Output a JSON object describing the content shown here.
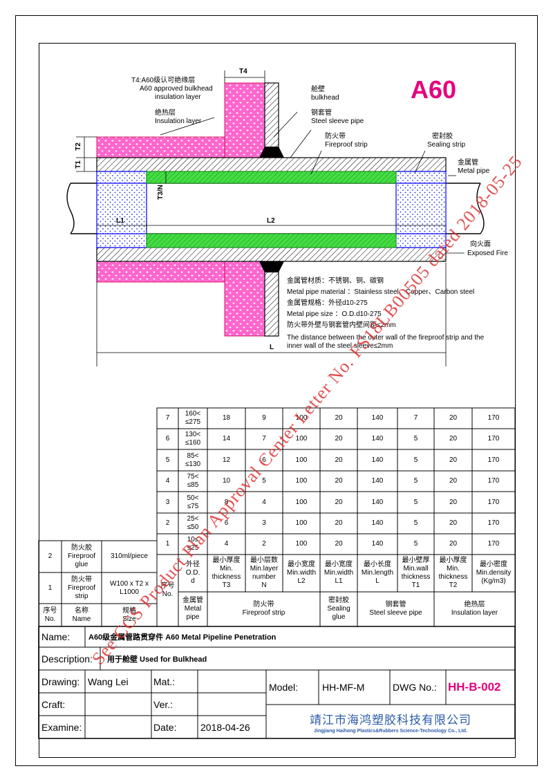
{
  "drawing": {
    "badge": "A60",
    "callouts": {
      "t4_cn": "T4:A60级认可绝缘层",
      "t4_en1": "A60 approved bulkhead",
      "t4_en2": "insulation layer",
      "insul_cn": "绝热层",
      "insul_en": "Insulation layer",
      "bulk_cn": "舱壁",
      "bulk_en": "bulkhead",
      "sleeve_cn": "钢套管",
      "sleeve_en": "Steel sleeve pipe",
      "fire_cn": "防火带",
      "fire_en": "Fireproof strip",
      "seal_cn": "密封胶",
      "seal_en": "Sealing strip",
      "metal_cn": "金属管",
      "metal_en": "Metal pipe",
      "exposed_cn": "向火面",
      "exposed_en": "Exposed Fire"
    },
    "dims": {
      "t4": "T4",
      "t2": "T2",
      "t1": "T1",
      "t3n": "T3/N",
      "l1": "L1",
      "l2": "L2",
      "l": "L"
    },
    "notes": [
      "金属管材质：不锈钢、铜、碳钢",
      "Metal pipe material ：Stainless steel、Copper、Carbon steel",
      "金属管规格：外径d10-275",
      "Metal pipe size ：O.D.d10-275",
      "防火带外壁与钢套管内壁间距≤2mm",
      "The distance between the outer wall of the fireproof strip and the",
      "inner wall of the steel sleeve≤2mm"
    ]
  },
  "spec_table": {
    "rows": [
      {
        "no": "7",
        "od": "160<\n≤275",
        "t3": "18",
        "n": "9",
        "l2": "100",
        "l1": "20",
        "l": "140",
        "t1": "7",
        "t2": "20",
        "density": "170"
      },
      {
        "no": "6",
        "od": "130<\n≤160",
        "t3": "14",
        "n": "7",
        "l2": "100",
        "l1": "20",
        "l": "140",
        "t1": "5",
        "t2": "20",
        "density": "170"
      },
      {
        "no": "5",
        "od": "85<\n≤130",
        "t3": "12",
        "n": "6",
        "l2": "100",
        "l1": "20",
        "l": "140",
        "t1": "5",
        "t2": "20",
        "density": "170"
      },
      {
        "no": "4",
        "od": "75<\n≤85",
        "t3": "10",
        "n": "5",
        "l2": "100",
        "l1": "20",
        "l": "140",
        "t1": "5",
        "t2": "20",
        "density": "170"
      },
      {
        "no": "3",
        "od": "50<\n≤75",
        "t3": "8",
        "n": "4",
        "l2": "100",
        "l1": "20",
        "l": "140",
        "t1": "5",
        "t2": "20",
        "density": "170"
      },
      {
        "no": "2",
        "od": "25<\n≤50",
        "t3": "6",
        "n": "3",
        "l2": "100",
        "l1": "20",
        "l": "140",
        "t1": "5",
        "t2": "20",
        "density": "170"
      },
      {
        "no": "1",
        "od": "10≤\n≤25",
        "t3": "4",
        "n": "2",
        "l2": "100",
        "l1": "20",
        "l": "140",
        "t1": "5",
        "t2": "20",
        "density": "170"
      }
    ],
    "headers": {
      "no": "序号\nNo.",
      "od": "外径\nO.D.\nd",
      "t3": "最小厚度\nMin.\nthickness\nT3",
      "n": "最小层数\nMin.layer\nnumber\nN",
      "l2": "最小宽度\nMin.width\nL2",
      "l1": "最小宽度\nMin.width\nL1",
      "l": "最小长度\nMin.length\nL",
      "t1": "最小壁厚\nMin.wall\nthickness\nT1",
      "t2": "最小厚度\nMin.\nthickness\nT2",
      "density": "最小密度\nMin.density\n(Kg/m3)"
    },
    "groups": {
      "metal_pipe": "金属管\nMetal\npipe",
      "fireproof_strip": "防火带\nFireproof strip",
      "sealing_glue": "密封胶\nSealing\nglue",
      "steel_sleeve": "钢套管\nSteel sleeve pipe",
      "insulation": "绝热层\nInsulation layer"
    }
  },
  "materials_table": {
    "rows": [
      {
        "no": "2",
        "name": "防火胶\nFireproof\nglue",
        "size": "310ml/piece"
      },
      {
        "no": "1",
        "name": "防火带\nFireproof\nstrip",
        "size": "W100 x T2 x\nL1000"
      }
    ],
    "headers": {
      "no": "序号\nNo.",
      "name": "名称\nName",
      "size": "规格\nSize"
    }
  },
  "title_block": {
    "name_label": "Name:",
    "name_value": "A60级金属管路贯穿件  A60 Metal Pipeline Penetration",
    "desc_label": "Description:",
    "desc_value": "用于舱壁  Used for Bulkhead",
    "drawing_label": "Drawing:",
    "drawing_value": "Wang Lei",
    "mat_label": "Mat.:",
    "model_label": "Model:",
    "model_value": "HH-MF-M",
    "dwg_label": "DWG No.:",
    "dwg_value": "HH-B-002",
    "craft_label": "Craft:",
    "ver_label": "Ver.:",
    "examine_label": "Examine:",
    "date_label": "Date:",
    "date_value": "2018-04-26",
    "company_cn": "靖江市海鸿塑胶科技有限公司",
    "company_en": "Jingjiang Haihong Plastics&Rubbers Science-Technology Co., Ltd."
  },
  "watermark": "See CCS Product Plan Approval Center Letter No. FS18LB00505 dated 2018-05-25",
  "colors": {
    "insulation": "#ff66cc",
    "fireproof": "#33cc33",
    "sealing": "#3333cc",
    "badge": "#e6007e",
    "company": "#2a5caa",
    "watermark": "#d32f2f"
  }
}
